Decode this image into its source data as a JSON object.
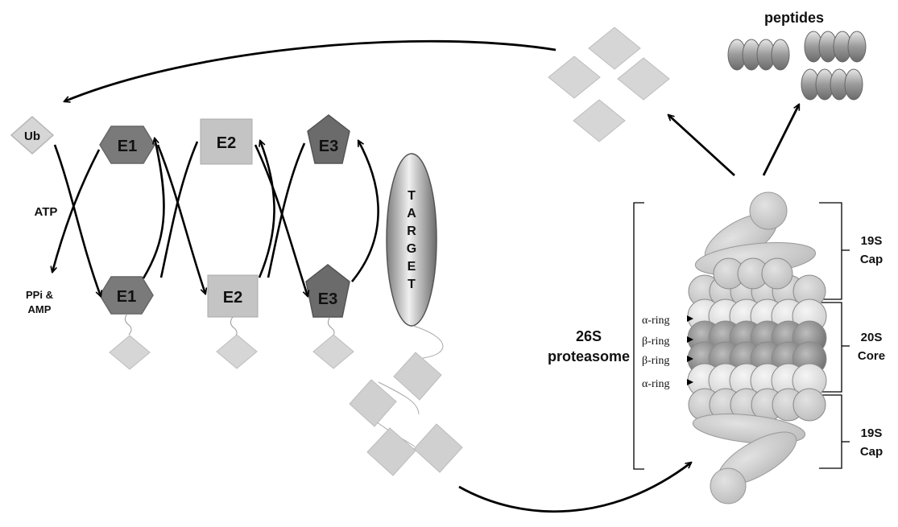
{
  "labels": {
    "ub": "Ub",
    "e1_top": "E1",
    "e2_top": "E2",
    "e3_top": "E3",
    "e1_bottom": "E1",
    "e2_bottom": "E2",
    "e3_bottom": "E3",
    "atp": "ATP",
    "ppi": "PPi &",
    "amp": "AMP",
    "target_letters": [
      "T",
      "A",
      "R",
      "G",
      "E",
      "T"
    ],
    "peptides": "peptides",
    "proteasome_line1": "26S",
    "proteasome_line2": "proteasome",
    "cap_top_1": "19S",
    "cap_top_2": "Cap",
    "core_1": "20S",
    "core_2": "Core",
    "cap_bottom_1": "19S",
    "cap_bottom_2": "Cap",
    "ring_labels": [
      "α-ring",
      "β-ring",
      "β-ring",
      "α-ring"
    ]
  },
  "colors": {
    "ub_fill": "#d6d6d6",
    "e1_fill": "#7a7a7a",
    "e2_fill": "#c4c4c4",
    "e3_fill": "#6b6b6b",
    "cap_fill": "#c9c9c9",
    "alpha_ring": "#dcdcdc",
    "beta_ring": "#8c8c8c",
    "arrow": "#000000"
  },
  "icons": {
    "ubiquitin": "diamond-icon",
    "e1": "hexagon-icon",
    "e2": "square-icon",
    "e3": "pentagon-icon",
    "target": "ellipse-icon",
    "peptide": "capsule-icon"
  }
}
